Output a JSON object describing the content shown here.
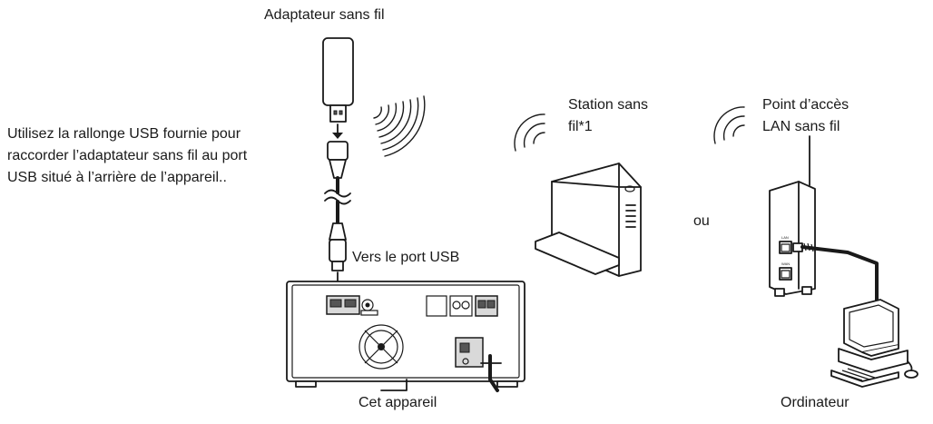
{
  "labels": {
    "adapter": "Adaptateur sans fil",
    "instruction": "Utilisez la rallonge USB fournie pour\nraccorder l’adaptateur sans fil au port\nUSB situé à l’arrière de l’appareil..",
    "usb_port": "Vers le port USB",
    "station": "Station sans\nfil*1",
    "access_point": "Point d’accès\nLAN sans fil",
    "or": "ou",
    "device": "Cet appareil",
    "computer": "Ordinateur"
  },
  "ports": {
    "lan": "LAN",
    "wan": "WAN"
  }
}
